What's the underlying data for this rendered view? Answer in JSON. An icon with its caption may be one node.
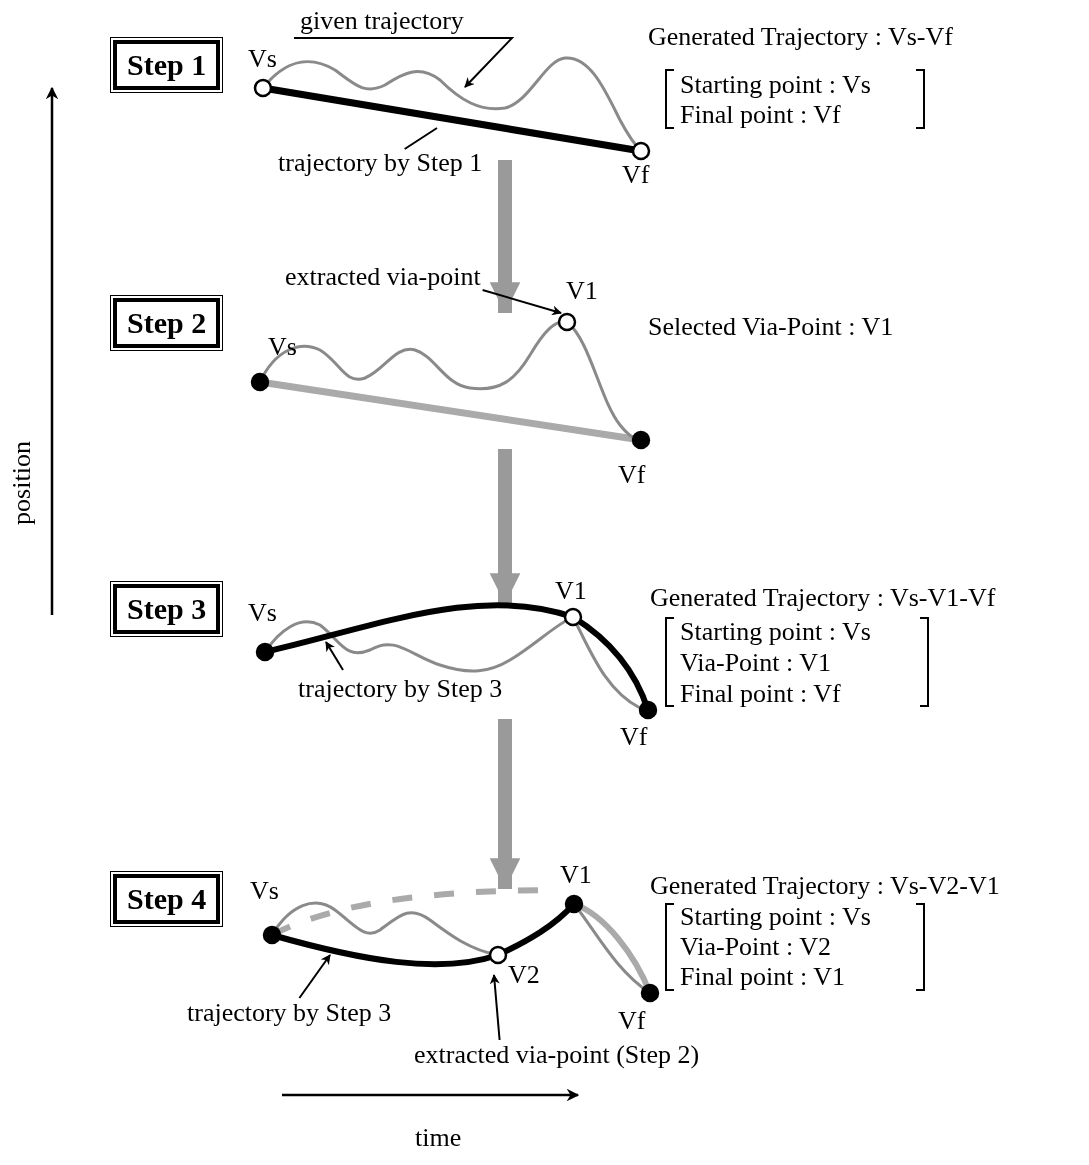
{
  "diagram": {
    "nodes": [
      {
        "text": [
          "Step 1"
        ]
      },
      {
        "text": [],
        "shape": "picture"
      },
      {
        "text": [
          "Step 2"
        ]
      },
      {
        "text": [],
        "shape": "picture"
      },
      {
        "text": [
          "Step 3"
        ]
      },
      {
        "text": [],
        "shape": "picture"
      },
      {
        "text": [
          "Step 4"
        ]
      },
      {
        "text": [],
        "shape": "picture"
      },
      {
        "text": [
          "given trajectory"
        ]
      },
      {
        "text": [
          "trajectory by Step 1"
        ]
      },
      {
        "text": [
          "extracted via-point"
        ]
      },
      {
        "text": [
          "trajectory by Step 3"
        ],
        "in": 5
      },
      {
        "text": [
          "trajectory by Step 3"
        ]
      },
      {
        "text": [
          "extracted via-point (Step 2)"
        ]
      }
    ],
    "edges": [
      {
        "from": 1,
        "to": 3,
        "arrow": "to",
        "style": "thick",
        "color": "#9a9a9a"
      },
      {
        "from": 3,
        "to": 5,
        "arrow": "to",
        "style": "thick",
        "color": "#9a9a9a"
      },
      {
        "from": 5,
        "to": 7,
        "arrow": "to",
        "style": "thick",
        "color": "#9a9a9a"
      },
      {
        "from": 8,
        "to": 1,
        "arrow": "to"
      },
      {
        "from": 9,
        "to": 1,
        "arrow": "none"
      },
      {
        "from": 10,
        "to": 3,
        "arrow": "to"
      },
      {
        "from": 11,
        "to": 5,
        "arrow": "to"
      },
      {
        "from": 12,
        "to": 7,
        "arrow": "to"
      },
      {
        "from": 13,
        "to": 7,
        "arrow": "to"
      }
    ],
    "labels": [
      "Vs",
      "Generated Trajectory : Vs-Vf",
      "Starting point : Vs",
      "Final point : Vf",
      "Vf",
      "V1",
      "Selected Via-Point : V1",
      "Vs",
      "Vf",
      "position",
      "V1",
      "Generated Trajectory : Vs-V1-Vf",
      "Vs",
      "Starting point : Vs",
      "Via-Point : V1",
      "Final point : Vf",
      "Vf",
      "V1",
      "Generated Trajectory : Vs-V2-V1",
      "Vs",
      "Starting point : Vs",
      "Via-Point : V2",
      "Final point : V1",
      "V2",
      "Vf",
      "time"
    ]
  }
}
